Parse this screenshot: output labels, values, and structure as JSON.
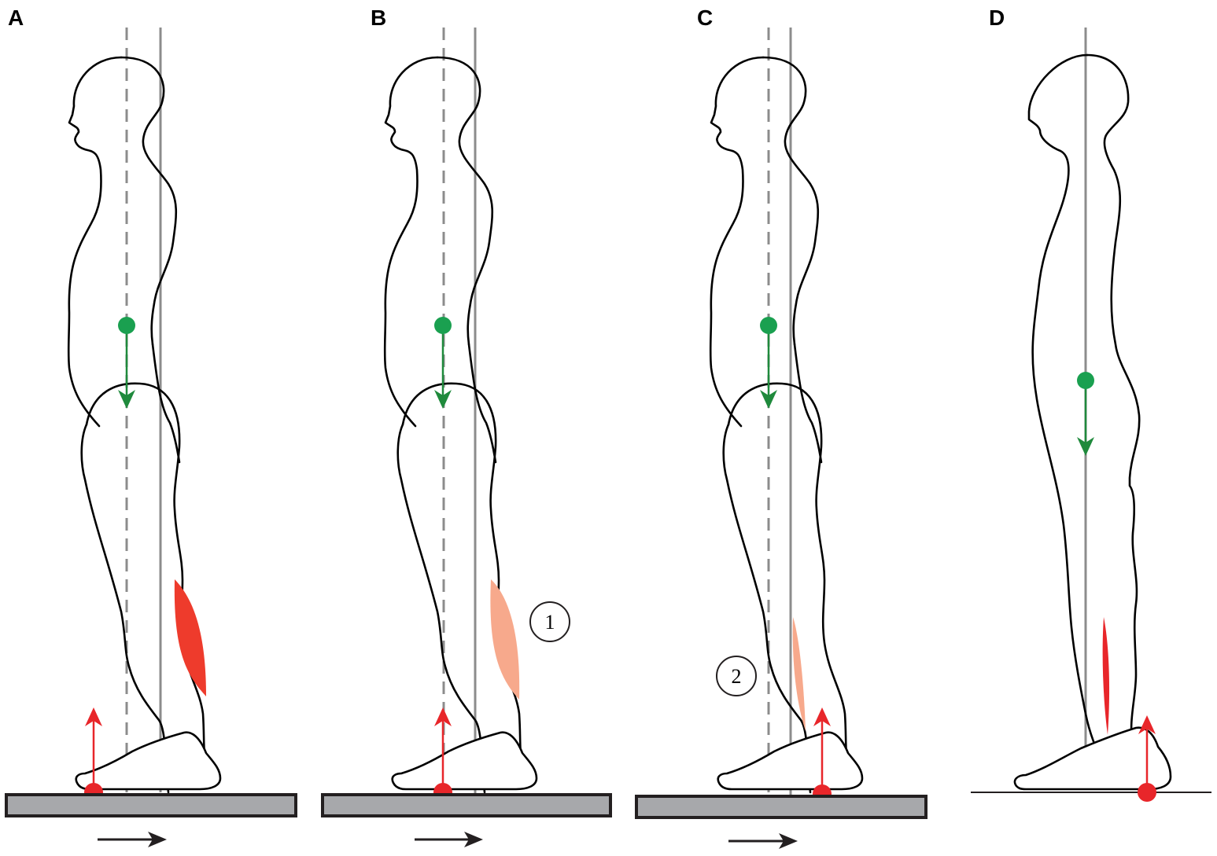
{
  "panels": [
    {
      "label": "A",
      "platform": true,
      "movement_arrow": true,
      "muscle_activation": "high",
      "muscle_color": "#ee3b2c",
      "number_label": ""
    },
    {
      "label": "B",
      "platform": true,
      "movement_arrow": true,
      "muscle_activation": "low",
      "muscle_color": "#f7a98c",
      "number_label": "1"
    },
    {
      "label": "C",
      "platform": true,
      "movement_arrow": true,
      "muscle_activation": "low",
      "muscle_color": "#f7a98c",
      "number_label": "2"
    },
    {
      "label": "D",
      "platform": false,
      "movement_arrow": false,
      "muscle_activation": "thin",
      "muscle_color": "#e8262a",
      "number_label": ""
    }
  ],
  "colors": {
    "center_of_mass": "#1aa050",
    "ground_reaction_force": "#e8262a",
    "reference_lines": "#8c8c8c",
    "platform": "#a7a8ab"
  }
}
